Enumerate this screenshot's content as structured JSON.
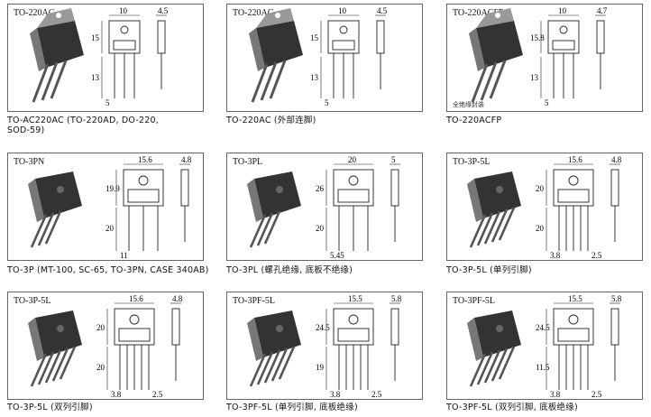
{
  "cells": [
    {
      "name": "TO-220AC",
      "dims": {
        "w": "10",
        "t": "4.5",
        "h1": "15",
        "h2": "13",
        "p": "5"
      },
      "caption": "TO-AC220AC (TO-220AD, DO-220,\nSOD-59)"
    },
    {
      "name": "TO-220AC",
      "dims": {
        "w": "10",
        "t": "4.5",
        "h1": "15",
        "h2": "13",
        "p": "5"
      },
      "caption": "TO-220AC (外部连脚)"
    },
    {
      "name": "TO-220ACFP",
      "dims": {
        "w": "10",
        "t": "4.7",
        "h1": "15.8",
        "h2": "13",
        "p": "5"
      },
      "note": "全绝缘封装",
      "caption": "TO-220ACFP"
    },
    {
      "name": "TO-3PN",
      "dims": {
        "w": "15.6",
        "t": "4.8",
        "h1": "19.9",
        "h2": "20",
        "p": "11"
      },
      "caption": "TO-3P (MT-100, SC-65, TO-3PN, CASE 340AB)"
    },
    {
      "name": "TO-3PL",
      "dims": {
        "w": "20",
        "t": "5",
        "h1": "26",
        "h2": "20",
        "p": "5.45"
      },
      "caption": "TO-3PL (螺孔绝缘, 底板不绝缘)"
    },
    {
      "name": "TO-3P-5L",
      "dims": {
        "w": "15.6",
        "t": "4.8",
        "h1": "20",
        "h2": "20",
        "p": "3.8",
        "p2": "2.5"
      },
      "caption": "TO-3P-5L (单列引脚)"
    },
    {
      "name": "TO-3P-5L",
      "dims": {
        "w": "15.6",
        "t": "4.8",
        "h1": "20",
        "h2": "20",
        "p": "3.8",
        "p2": "2.5"
      },
      "caption": "TO-3P-5L (双列引脚)"
    },
    {
      "name": "TO-3PF-5L",
      "dims": {
        "w": "15.5",
        "t": "5.8",
        "h1": "24.5",
        "h2": "19",
        "p": "3.8",
        "p2": "2.5"
      },
      "caption": "TO-3PF-5L (单列引脚, 底板绝缘)"
    },
    {
      "name": "TO-3PF-5L",
      "dims": {
        "w": "15.5",
        "t": "5.8",
        "h1": "24.5",
        "h2": "11.5",
        "p": "3.8",
        "p2": "2.5"
      },
      "caption": "TO-3PF-5L (双列引脚, 底板绝缘)"
    }
  ],
  "colors": {
    "border": "#666666",
    "body": "#2a2a2a",
    "line": "#222222"
  }
}
